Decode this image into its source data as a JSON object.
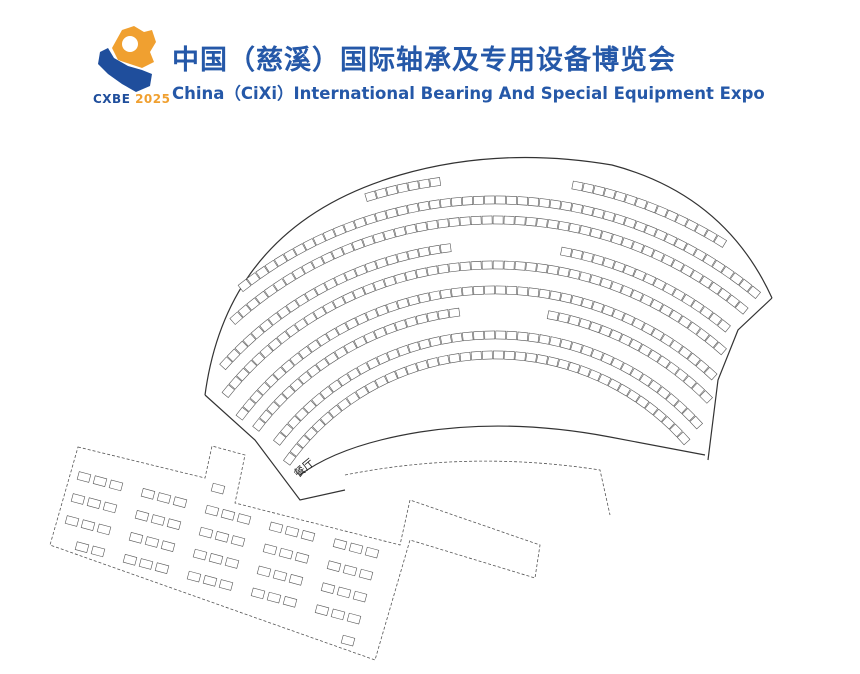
{
  "header": {
    "logo_text_a": "CXBE",
    "logo_text_b": " 2025",
    "title_cn": "中国（慈溪）国际轴承及专用设备博览会",
    "title_en": "China（CiXi）International Bearing And Special Equipment Expo"
  },
  "floor_plan": {
    "restaurant_label": "餐厅"
  },
  "colors": {
    "brand_blue": "#2558a8",
    "brand_orange": "#f0a030"
  }
}
